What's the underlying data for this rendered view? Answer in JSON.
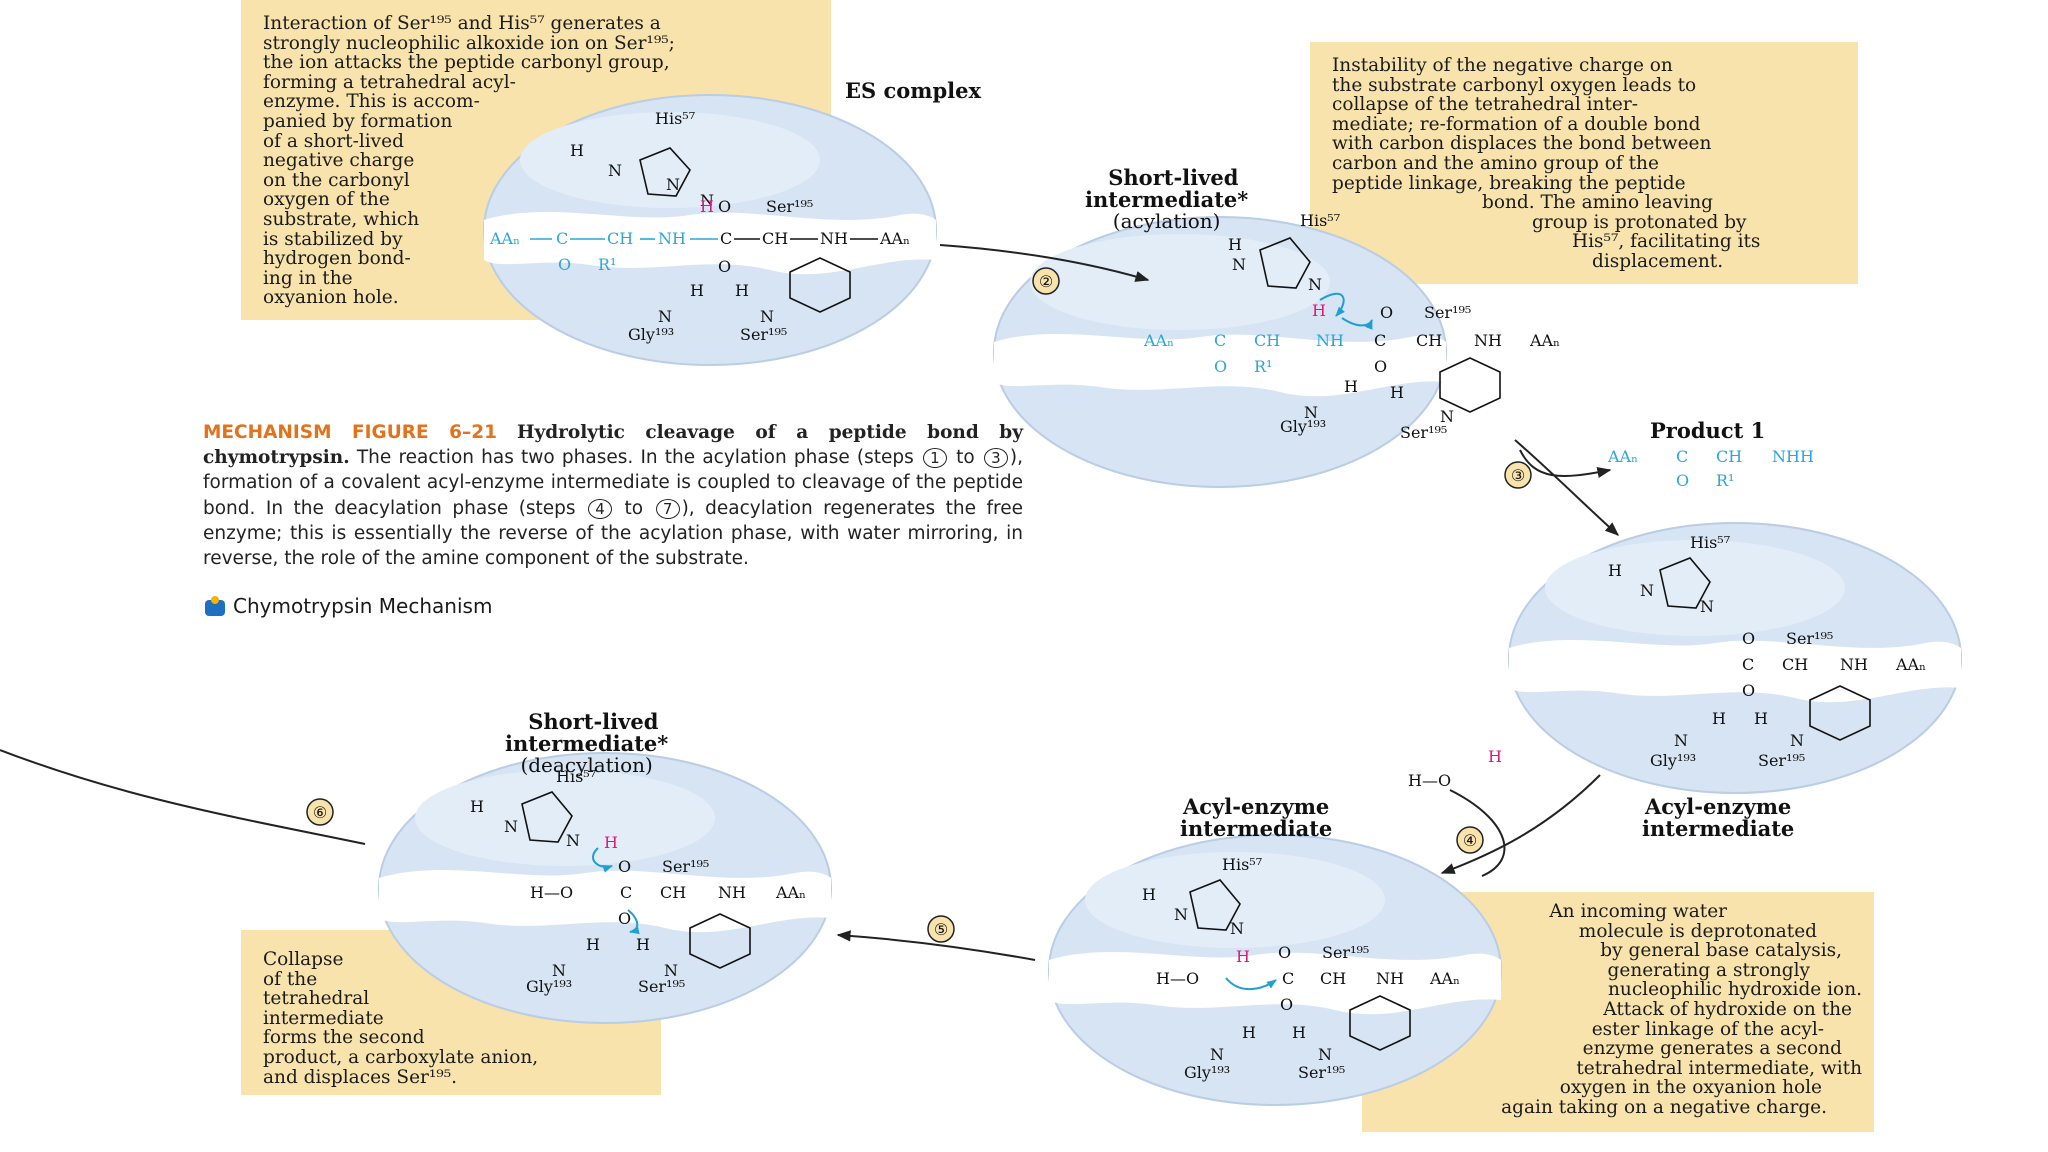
{
  "notes": {
    "step1": [
      "Interaction of Ser¹⁹⁵ and His⁵⁷ generates a",
      "strongly nucleophilic alkoxide ion on Ser¹⁹⁵;",
      "the ion attacks the peptide carbonyl group,",
      "forming a tetrahedral acyl-",
      "enzyme. This is accom-",
      "panied by formation",
      "of a short-lived",
      "negative charge",
      "on the carbonyl",
      "oxygen of the",
      "substrate, which",
      "is stabilized by",
      "hydrogen bond-",
      "ing in the",
      "oxyanion hole."
    ],
    "step2": [
      "Instability of the negative charge on",
      "the substrate carbonyl oxygen leads to",
      "collapse of the tetrahedral inter-",
      "mediate; re-formation of a double bond",
      "with carbon displaces the bond between",
      "carbon and the amino group of the",
      "peptide linkage, breaking the peptide",
      "bond. The amino leaving",
      "group is protonated by",
      "His⁵⁷, facilitating its",
      "displacement."
    ],
    "step4": [
      "An incoming water",
      "molecule is deprotonated",
      "by general base catalysis,",
      "generating a strongly",
      "nucleophilic hydroxide ion.",
      "Attack of hydroxide on the",
      "ester linkage of the acyl-",
      "enzyme generates a second",
      "tetrahedral intermediate, with",
      "oxygen in the oxyanion hole",
      "again taking on a negative charge."
    ],
    "step6": [
      "Collapse",
      "of the",
      "tetrahedral",
      "intermediate",
      "forms the second",
      "product, a carboxylate anion,",
      "and displaces Ser¹⁹⁵."
    ]
  },
  "labels": {
    "es_complex": "ES complex",
    "acyl_int_title": "Short-lived\nintermediate*",
    "acyl_int_sub": "(acylation)",
    "deacyl_int_title": "Short-lived\nintermediate*",
    "deacyl_int_sub": "(deacylation)",
    "acyl_enzyme_1": "Acyl-enzyme\nintermediate",
    "acyl_enzyme_2": "Acyl-enzyme\nintermediate",
    "product1": "Product 1"
  },
  "steps": [
    "②",
    "③",
    "④",
    "⑤",
    "⑥"
  ],
  "caption": {
    "figure_label": "MECHANISM FIGURE 6–21",
    "figure_title": "Hydrolytic cleavage of a peptide bond by chymotrypsin.",
    "body_1": " The reaction has two phases. In the acylation phase (steps ",
    "s1": "1",
    "to_a": " to ",
    "s3": "3",
    "body_2": "),  formation of a covalent acyl-enzyme intermediate is coupled to cleavage of the peptide bond. In the deacylation phase (steps ",
    "s4": "4",
    "to_b": " to ",
    "s7": "7",
    "body_3": "), deacylation regenerates the free enzyme; this is essentially the reverse of the acylation phase, with water mirroring, in reverse, the role of the amine component of the substrate."
  },
  "animation_link": "Chymotrypsin Mechanism",
  "chem": {
    "his57": "His⁵⁷",
    "ser195": "Ser¹⁹⁵",
    "gly193": "Gly¹⁹³",
    "aa_left": "AAₙ",
    "aa_right": "AAₙ",
    "ch": "CH",
    "nh": "NH",
    "c": "C",
    "o": "O",
    "h": "H",
    "n": "N",
    "r1": "R¹",
    "nhh": "NHH",
    "ho": "H—O",
    "h_o_h": "H—O"
  },
  "colors": {
    "note_bg": "#f7e3ab",
    "enzyme_fill": "#d6e4f3",
    "substrate_blue": "#2aa6d8",
    "proton_magenta": "#e0147c",
    "arrow_cyan": "#1fa0cf",
    "caption_orange": "#e2731c"
  }
}
